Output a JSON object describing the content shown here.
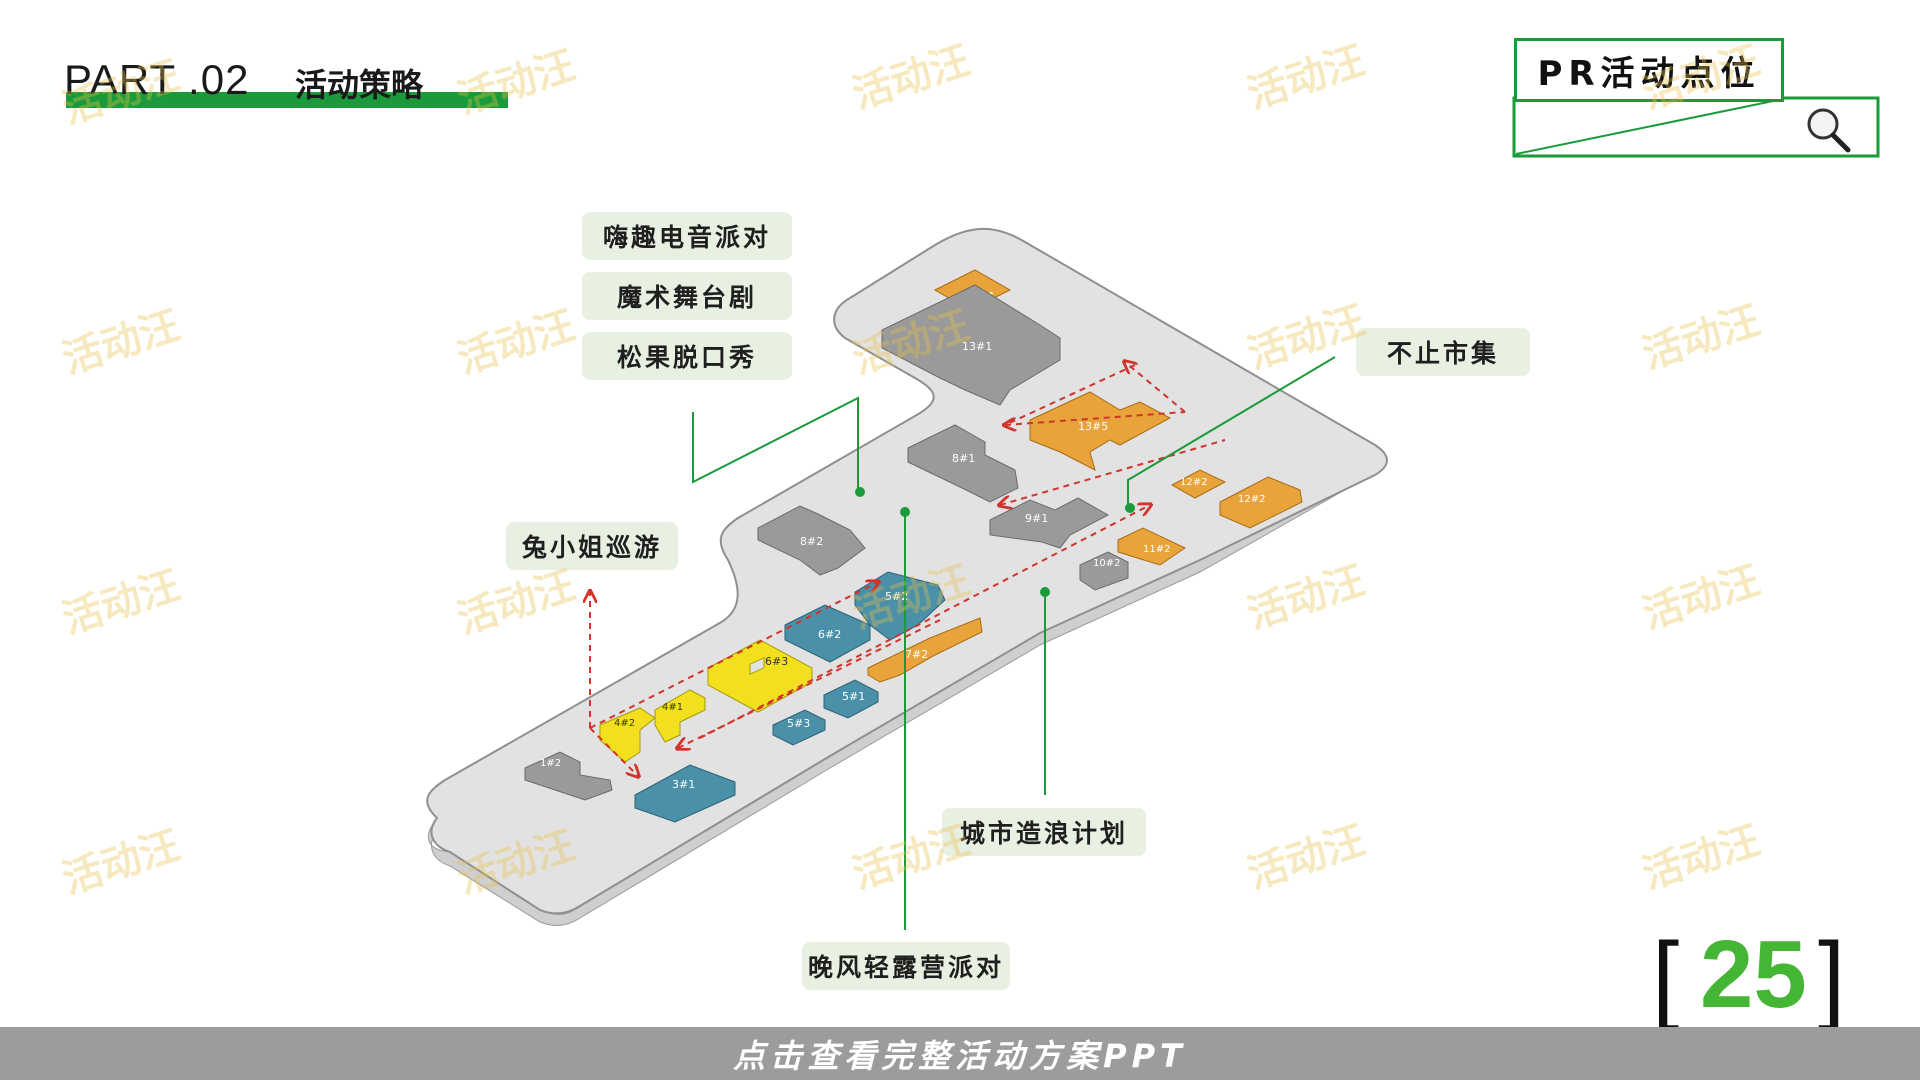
{
  "header": {
    "part_label": "PART .02",
    "section_label": "活动策略"
  },
  "title_box": {
    "title": "PR活动点位",
    "search_icon": "magnifier-icon"
  },
  "activities": {
    "electro_party": "嗨趣电音派对",
    "magic_show": "魔术舞台剧",
    "standup_show": "松果脱口秀",
    "bunny_parade": "兔小姐巡游",
    "market": "不止市集",
    "city_wave": "城市造浪计划",
    "camping_party": "晚风轻露营派对"
  },
  "buildings": [
    {
      "id": "13#1",
      "color": "#e8a33a"
    },
    {
      "id": "13#1",
      "color": "#9a9a9a"
    },
    {
      "id": "13#5",
      "color": "#e8a33a"
    },
    {
      "id": "8#1",
      "color": "#9a9a9a"
    },
    {
      "id": "9#1",
      "color": "#9a9a9a"
    },
    {
      "id": "8#2",
      "color": "#9a9a9a"
    },
    {
      "id": "12#2",
      "color": "#e8a33a"
    },
    {
      "id": "12#2",
      "color": "#e8a33a"
    },
    {
      "id": "11#2",
      "color": "#e8a33a"
    },
    {
      "id": "10#2",
      "color": "#9a9a9a"
    },
    {
      "id": "5#2",
      "color": "#4a90a8"
    },
    {
      "id": "6#2",
      "color": "#4a90a8"
    },
    {
      "id": "7#2",
      "color": "#e8a33a"
    },
    {
      "id": "6#3",
      "color": "#f2e01e"
    },
    {
      "id": "5#1",
      "color": "#4a90a8"
    },
    {
      "id": "5#3",
      "color": "#4a90a8"
    },
    {
      "id": "4#1",
      "color": "#f2e01e"
    },
    {
      "id": "4#2",
      "color": "#f2e01e"
    },
    {
      "id": "3#1",
      "color": "#4a90a8"
    },
    {
      "id": "1#2",
      "color": "#9a9a9a"
    }
  ],
  "colors": {
    "brand_green": "#1a9a3a",
    "route_red": "#d0342c",
    "page_number_green": "#45b535"
  },
  "page_number": "25",
  "footer_text": "点击查看完整活动方案PPT",
  "watermark": "活动汪"
}
